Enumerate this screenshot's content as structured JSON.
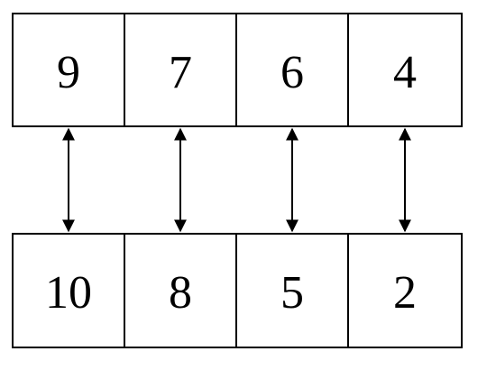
{
  "diagram": {
    "top_row": [
      "9",
      "7",
      "6",
      "4"
    ],
    "bottom_row": [
      "10",
      "8",
      "5",
      "2"
    ],
    "connector": "bidirectional-arrow",
    "line_color": "#000000",
    "background_color": "#ffffff"
  }
}
